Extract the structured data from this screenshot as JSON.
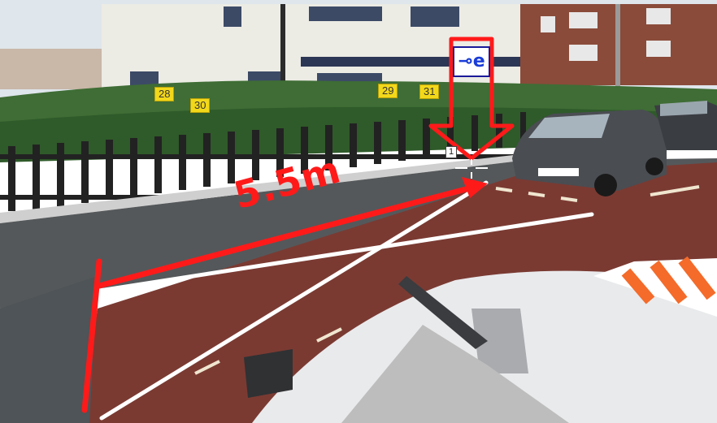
{
  "image": {
    "description_free": true,
    "house_numbers": [
      "28",
      "30",
      "29",
      "31"
    ],
    "distance_label": "5.5m",
    "marker_number": "1",
    "charger_sign": {
      "icon": "ev-charging-plug-icon",
      "glyph": "⊸e"
    },
    "colors": {
      "annotation_red": "#ff1a1a",
      "annotation_white": "#ffffff",
      "sign_blue": "#1a3cd8",
      "tag_yellow": "#f2d81a"
    }
  }
}
